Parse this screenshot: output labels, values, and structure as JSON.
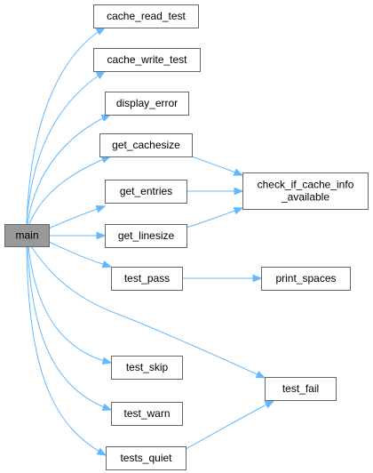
{
  "diagram": {
    "nodes": [
      {
        "id": "main",
        "lines": [
          "main"
        ],
        "root": true
      },
      {
        "id": "cache_read_test",
        "lines": [
          "cache_read_test"
        ]
      },
      {
        "id": "cache_write_test",
        "lines": [
          "cache_write_test"
        ]
      },
      {
        "id": "display_error",
        "lines": [
          "display_error"
        ]
      },
      {
        "id": "get_cachesize",
        "lines": [
          "get_cachesize"
        ]
      },
      {
        "id": "get_entries",
        "lines": [
          "get_entries"
        ]
      },
      {
        "id": "get_linesize",
        "lines": [
          "get_linesize"
        ]
      },
      {
        "id": "test_pass",
        "lines": [
          "test_pass"
        ]
      },
      {
        "id": "test_skip",
        "lines": [
          "test_skip"
        ]
      },
      {
        "id": "test_warn",
        "lines": [
          "test_warn"
        ]
      },
      {
        "id": "tests_quiet",
        "lines": [
          "tests_quiet"
        ]
      },
      {
        "id": "check_if_cache_info_available",
        "lines": [
          "check_if_cache_info",
          "_available"
        ]
      },
      {
        "id": "print_spaces",
        "lines": [
          "print_spaces"
        ]
      },
      {
        "id": "test_fail",
        "lines": [
          "test_fail"
        ]
      }
    ],
    "edges": [
      {
        "from": "main",
        "to": "cache_read_test"
      },
      {
        "from": "main",
        "to": "cache_write_test"
      },
      {
        "from": "main",
        "to": "display_error"
      },
      {
        "from": "main",
        "to": "get_cachesize"
      },
      {
        "from": "main",
        "to": "get_entries"
      },
      {
        "from": "main",
        "to": "get_linesize"
      },
      {
        "from": "main",
        "to": "test_pass"
      },
      {
        "from": "main",
        "to": "test_fail"
      },
      {
        "from": "main",
        "to": "test_skip"
      },
      {
        "from": "main",
        "to": "test_warn"
      },
      {
        "from": "main",
        "to": "tests_quiet"
      },
      {
        "from": "get_cachesize",
        "to": "check_if_cache_info_available"
      },
      {
        "from": "get_entries",
        "to": "check_if_cache_info_available"
      },
      {
        "from": "get_linesize",
        "to": "check_if_cache_info_available"
      },
      {
        "from": "test_pass",
        "to": "print_spaces"
      },
      {
        "from": "tests_quiet",
        "to": "test_fail"
      }
    ],
    "colors": {
      "edge": "#63b8ff",
      "node_border": "#666666",
      "node_fill": "#ffffff",
      "root_fill": "#999999",
      "text": "#000000"
    }
  }
}
